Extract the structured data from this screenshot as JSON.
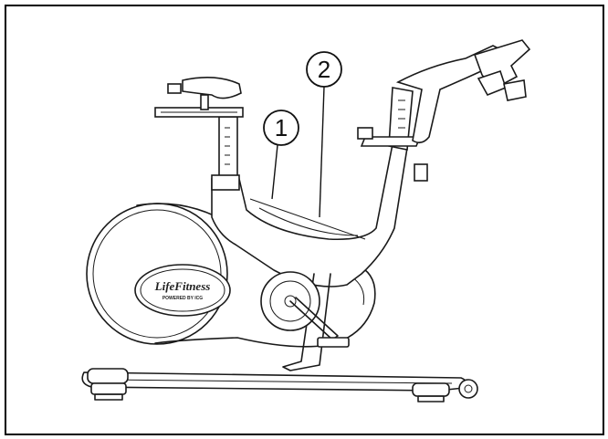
{
  "callouts": [
    {
      "label": "1"
    },
    {
      "label": "2"
    }
  ],
  "logo": {
    "brand": "LifeFitness",
    "sub": "POWERED BY ICG"
  },
  "colors": {
    "line": "#1a1a1a",
    "background": "#ffffff",
    "frame": "#000000"
  }
}
